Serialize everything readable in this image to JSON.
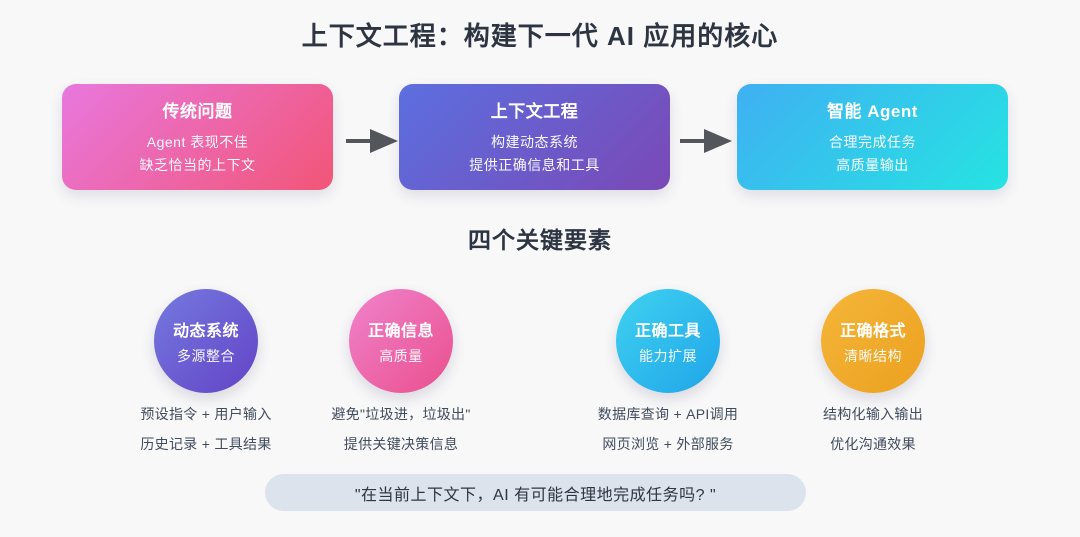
{
  "colors": {
    "bg": "#f8f8f9",
    "ink": "#2d3442",
    "body-ink": "#414c5c",
    "pill-bg": "#dce3ed",
    "arrow": "#53575c"
  },
  "page": {
    "title": "上下文工程：构建下一代 AI 应用的核心"
  },
  "flow": {
    "arrow_color": "#53575c",
    "boxes": [
      {
        "title": "传统问题",
        "lines": [
          "Agent 表现不佳",
          "缺乏恰当的上下文"
        ],
        "gradient_from": "#e878de",
        "gradient_to": "#f25577"
      },
      {
        "title": "上下文工程",
        "lines": [
          "构建动态系统",
          "提供正确信息和工具"
        ],
        "gradient_from": "#5c6fe0",
        "gradient_to": "#7a49b6"
      },
      {
        "title": "智能 Agent",
        "lines": [
          "合理完成任务",
          "高质量输出"
        ],
        "gradient_from": "#3fb0f2",
        "gradient_to": "#26e3e2"
      }
    ]
  },
  "elements": {
    "heading": "四个关键要素",
    "items": [
      {
        "circle_title": "动态系统",
        "circle_subtitle": "多源整合",
        "lines": [
          "预设指令 + 用户输入",
          "历史记录 + 工具结果"
        ],
        "gradient_from": "#757ae0",
        "gradient_to": "#6343c6"
      },
      {
        "circle_title": "正确信息",
        "circle_subtitle": "高质量",
        "lines": [
          "避免\"垃圾进，垃圾出\"",
          "提供关键决策信息"
        ],
        "gradient_from": "#f083cc",
        "gradient_to": "#ea4f8d"
      },
      {
        "circle_title": "正确工具",
        "circle_subtitle": "能力扩展",
        "lines": [
          "数据库查询 + API调用",
          "网页浏览 + 外部服务"
        ],
        "gradient_from": "#40d2f0",
        "gradient_to": "#1fa5e9"
      },
      {
        "circle_title": "正确格式",
        "circle_subtitle": "清晰结构",
        "lines": [
          "结构化输入输出",
          "优化沟通效果"
        ],
        "gradient_from": "#f5b63a",
        "gradient_to": "#eca01f"
      }
    ]
  },
  "footer": {
    "quote": "\"在当前上下文下，AI 有可能合理地完成任务吗? \""
  }
}
